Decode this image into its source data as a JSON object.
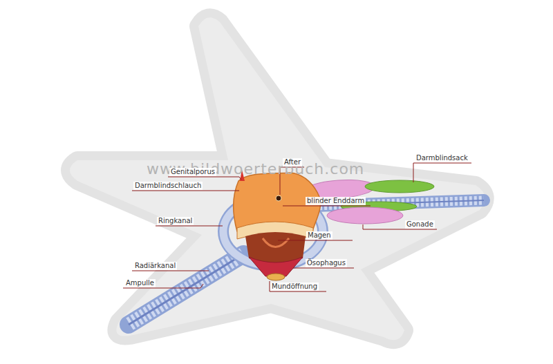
{
  "diagram": {
    "labels": [
      "www.bildwoerterbuch.com",
      "After",
      "Genitalporus",
      "Darmblindschlauch",
      "Darmblindsack",
      "blinder Enddarm",
      "Ringkanal",
      "Gonade",
      "Magen",
      "Ösophagus",
      "Radiärkanal",
      "Ampulle",
      "Mundöffnung"
    ]
  }
}
